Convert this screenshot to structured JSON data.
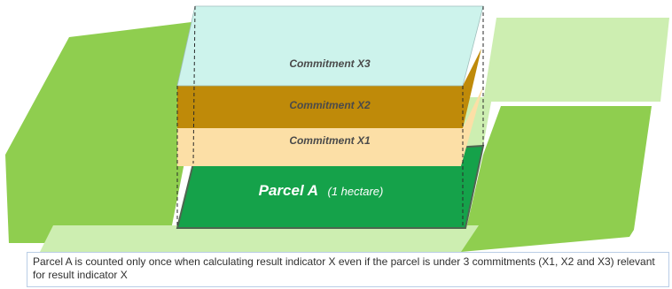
{
  "diagram": {
    "layers": {
      "commitment_x3": "Commitment X3",
      "commitment_x2": "Commitment X2",
      "commitment_x1": "Commitment X1"
    },
    "parcel": {
      "name": "Parcel A",
      "area": "(1 hectare)"
    },
    "colors": {
      "field_green": "#8fce4f",
      "field_light_green": "#cdeeb1",
      "parcel_green": "#15a24a",
      "commitment_x3": "#cdf3ec",
      "commitment_x2": "#bf8a09",
      "commitment_x1": "#fcdfa6"
    }
  },
  "caption": "Parcel A is counted only once when calculating result indicator X even if the parcel is under 3 commitments (X1, X2 and X3) relevant for result indicator X"
}
